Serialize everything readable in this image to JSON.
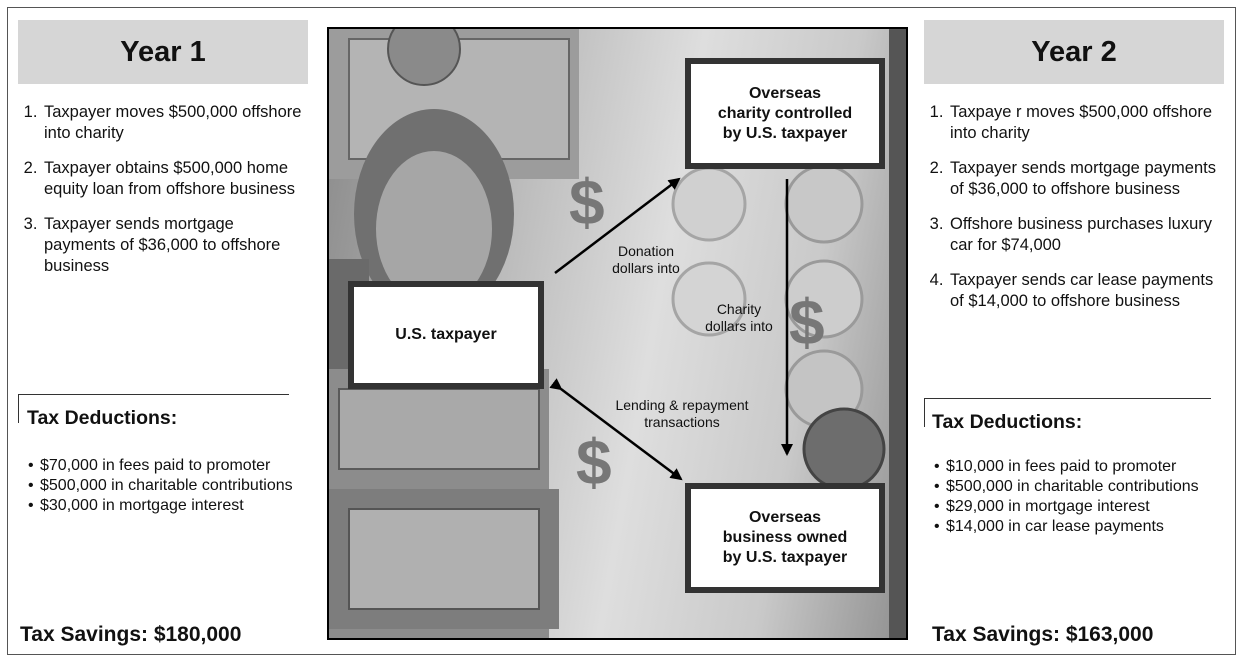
{
  "year1": {
    "header": "Year 1",
    "steps": [
      "Taxpayer moves $500,000 offshore into charity",
      "Taxpayer obtains $500,000 home equity loan from offshore business",
      "Taxpayer sends mortgage payments of  $36,000 to offshore business"
    ],
    "deductions_title": "Tax Deductions:",
    "deductions": [
      "$70,000 in fees paid to promoter",
      "$500,000 in charitable contributions",
      "$30,000 in mortgage interest"
    ],
    "savings": "Tax Savings: $180,000"
  },
  "year2": {
    "header": "Year 2",
    "steps": [
      "Taxpaye r moves $500,000 offshore into charity",
      "Taxpayer sends mortgage payments of $36,000 to offshore business",
      "Offshore business purchases luxury car for $74,000",
      "Taxpayer sends car lease payments of $14,000 to offshore business"
    ],
    "deductions_title": "Tax Deductions:",
    "deductions": [
      "$10,000 in fees paid to promoter",
      "$500,000 in charitable contributions",
      "$29,000 in mortgage interest",
      "$14,000 in car lease payments"
    ],
    "savings": "Tax Savings: $163,000"
  },
  "diagram": {
    "taxpayer": "U.S. taxpayer",
    "charity_lines": [
      "Overseas",
      "charity controlled",
      "by U.S. taxpayer"
    ],
    "business_lines": [
      "Overseas",
      "business owned",
      "by U.S. taxpayer"
    ],
    "labels": {
      "donation": [
        "Donation",
        "dollars into"
      ],
      "charity": [
        "Charity",
        "dollars into"
      ],
      "lending": [
        "Lending & repayment",
        "transactions"
      ]
    },
    "dollar_sign": "$"
  }
}
